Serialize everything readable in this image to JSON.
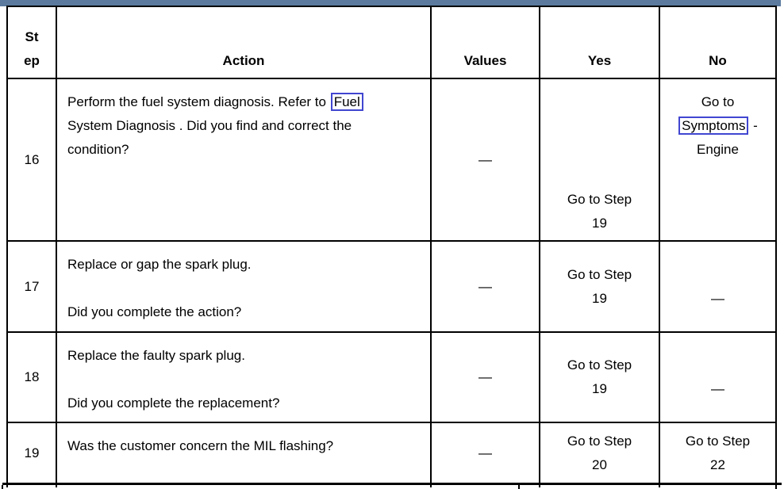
{
  "page": {
    "top_bar_color": "#5b7a9e",
    "link_box_color": "#4146d0",
    "border_color": "#000000"
  },
  "table": {
    "headers": {
      "step": "St\nep",
      "action": "Action",
      "values": "Values",
      "yes": "Yes",
      "no": "No"
    },
    "rows": [
      {
        "step": "16",
        "action": {
          "va": "top",
          "lines": [
            [
              {
                "t": "Perform the fuel system diagnosis. Refer to "
              },
              {
                "t": "Fuel",
                "link": true,
                "name": "fuel-system-diagnosis-link"
              }
            ],
            [
              {
                "t": "System Diagnosis . Did you find and correct the"
              }
            ],
            [
              {
                "t": "condition?"
              }
            ]
          ]
        },
        "values": {
          "va": "middle",
          "lines": [
            [
              {
                "t": "—"
              }
            ]
          ]
        },
        "yes": {
          "va": "bottom",
          "lines": [
            [
              {
                "t": "Go to Step"
              }
            ],
            [
              {
                "t": "19"
              }
            ]
          ]
        },
        "no": {
          "va": "top",
          "lines": [
            [
              {
                "t": "Go to"
              }
            ],
            [
              {
                "t": "Symptoms",
                "link": true,
                "name": "symptoms-engine-link"
              },
              {
                "t": " -"
              }
            ],
            [
              {
                "t": "Engine"
              }
            ]
          ]
        }
      },
      {
        "step": "17",
        "action": {
          "va": "top",
          "lines": [
            [
              {
                "t": "Replace or gap the spark plug."
              }
            ],
            [
              {
                "t": ""
              }
            ],
            [
              {
                "t": "Did you complete the action?"
              }
            ]
          ]
        },
        "values": {
          "va": "middle",
          "lines": [
            [
              {
                "t": "—"
              }
            ]
          ]
        },
        "yes": {
          "va": "middle",
          "lines": [
            [
              {
                "t": "Go to Step"
              }
            ],
            [
              {
                "t": "19"
              }
            ]
          ]
        },
        "no": {
          "va": "middle",
          "lines": [
            [
              {
                "t": ""
              }
            ],
            [
              {
                "t": "—"
              }
            ]
          ]
        }
      },
      {
        "step": "18",
        "action": {
          "va": "top",
          "lines": [
            [
              {
                "t": "Replace the faulty spark plug."
              }
            ],
            [
              {
                "t": ""
              }
            ],
            [
              {
                "t": "Did you complete the replacement?"
              }
            ]
          ]
        },
        "values": {
          "va": "middle",
          "lines": [
            [
              {
                "t": "—"
              }
            ]
          ]
        },
        "yes": {
          "va": "middle",
          "lines": [
            [
              {
                "t": "Go to Step"
              }
            ],
            [
              {
                "t": "19"
              }
            ]
          ]
        },
        "no": {
          "va": "middle",
          "lines": [
            [
              {
                "t": ""
              }
            ],
            [
              {
                "t": "—"
              }
            ]
          ]
        }
      },
      {
        "step": "19",
        "action": {
          "va": "top",
          "lines": [
            [
              {
                "t": "Was the customer concern the MIL flashing?"
              }
            ]
          ]
        },
        "values": {
          "va": "middle",
          "lines": [
            [
              {
                "t": "—"
              }
            ]
          ]
        },
        "yes": {
          "va": "middle",
          "lines": [
            [
              {
                "t": "Go to Step"
              }
            ],
            [
              {
                "t": "20"
              }
            ]
          ]
        },
        "no": {
          "va": "middle",
          "lines": [
            [
              {
                "t": "Go to Step"
              }
            ],
            [
              {
                "t": "22"
              }
            ]
          ]
        }
      }
    ]
  }
}
